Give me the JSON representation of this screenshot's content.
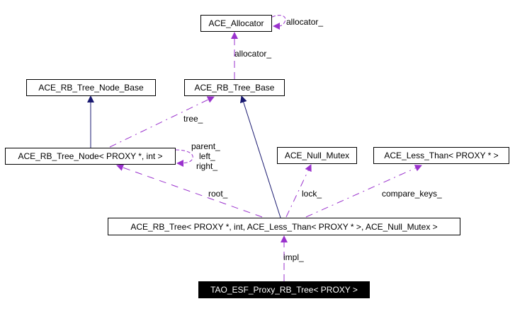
{
  "diagram": {
    "colors": {
      "inherit": "#191970",
      "usage": "#9a32cd",
      "current_bg": "#000000",
      "current_fg": "#ffffff"
    },
    "nodes": {
      "allocator": {
        "label": "ACE_Allocator"
      },
      "node_base": {
        "label": "ACE_RB_Tree_Node_Base"
      },
      "tree_base": {
        "label": "ACE_RB_Tree_Base"
      },
      "tree_node": {
        "label": "ACE_RB_Tree_Node< PROXY *, int >"
      },
      "null_mutex": {
        "label": "ACE_Null_Mutex"
      },
      "less_than": {
        "label": "ACE_Less_Than< PROXY * >"
      },
      "rb_tree": {
        "label": "ACE_RB_Tree< PROXY *, int, ACE_Less_Than< PROXY * >, ACE_Null_Mutex >"
      },
      "proxy_tree": {
        "label": "TAO_ESF_Proxy_RB_Tree< PROXY >"
      }
    },
    "edge_labels": {
      "allocator_self": "allocator_",
      "allocator": "allocator_",
      "tree": "tree_",
      "parent": "parent_",
      "left": "left_",
      "right": "right_",
      "root": "root_",
      "lock": "lock_",
      "compare_keys": "compare_keys_",
      "impl": "impl_"
    }
  }
}
